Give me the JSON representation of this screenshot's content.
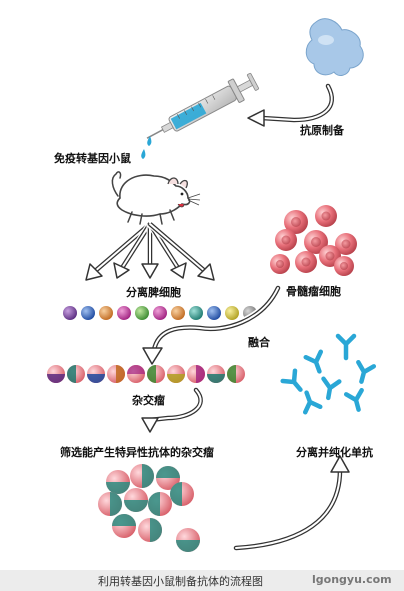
{
  "labels": {
    "antigen_prep": "抗原制备",
    "immunized_mouse": "免疫转基因小鼠",
    "isolate_spleen_cells": "分离脾细胞",
    "myeloma_cells": "骨髓瘤细胞",
    "fusion": "融合",
    "hybridoma": "杂交瘤",
    "screen_hybridoma": "筛选能产生特异性抗体的杂交瘤",
    "isolate_purify_mab": "分离并纯化单抗"
  },
  "caption": "利用转基因小鼠制备抗体的流程图",
  "watermark": "lgongyu.com",
  "icons": {
    "antigen": "antigen-blob-icon",
    "syringe": "syringe-icon",
    "mouse": "mouse-icon",
    "antibody": "antibody-icon"
  },
  "colors": {
    "antigen": "#a8c8e8",
    "syringe_fluid": "#2aa7d6",
    "myeloma": "#e8707a",
    "antibody": "#2aa7d6",
    "arrow": "#333333",
    "cell_teal": "#2a8c80",
    "cell_pink": "#e8868c"
  }
}
